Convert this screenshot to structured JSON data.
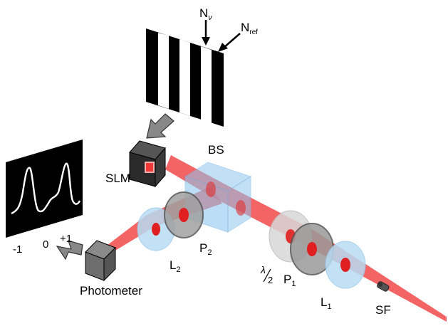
{
  "labels": {
    "n_nu": "N",
    "n_nu_sub": "ν",
    "n_ref": "N",
    "n_ref_sub": "ref",
    "bs": "BS",
    "slm": "SLM",
    "l2": "L",
    "l2_sub": "2",
    "p2": "P",
    "p2_sub": "2",
    "p1": "P",
    "p1_sub": "1",
    "l1": "L",
    "l1_sub": "1",
    "sf": "SF",
    "photometer": "Photometer",
    "half_wave_num": "λ",
    "half_wave_den": "2"
  },
  "plot_ticks": [
    "-1",
    "0",
    "+1"
  ],
  "colors": {
    "beam": "#f03838",
    "beam_light": "#f6a0a0",
    "cube": "#8fc8f0",
    "lens": "#b8dcf4",
    "polarizer": "#9a9a9a",
    "waveplate": "#d8d8d8",
    "device": "#6e6e6e"
  },
  "icons": [
    "grating-mask",
    "down-arrow",
    "slm-device",
    "beam-splitter-cube",
    "lens",
    "polarizer",
    "photometer-box",
    "spatial-filter",
    "signal-plot"
  ]
}
